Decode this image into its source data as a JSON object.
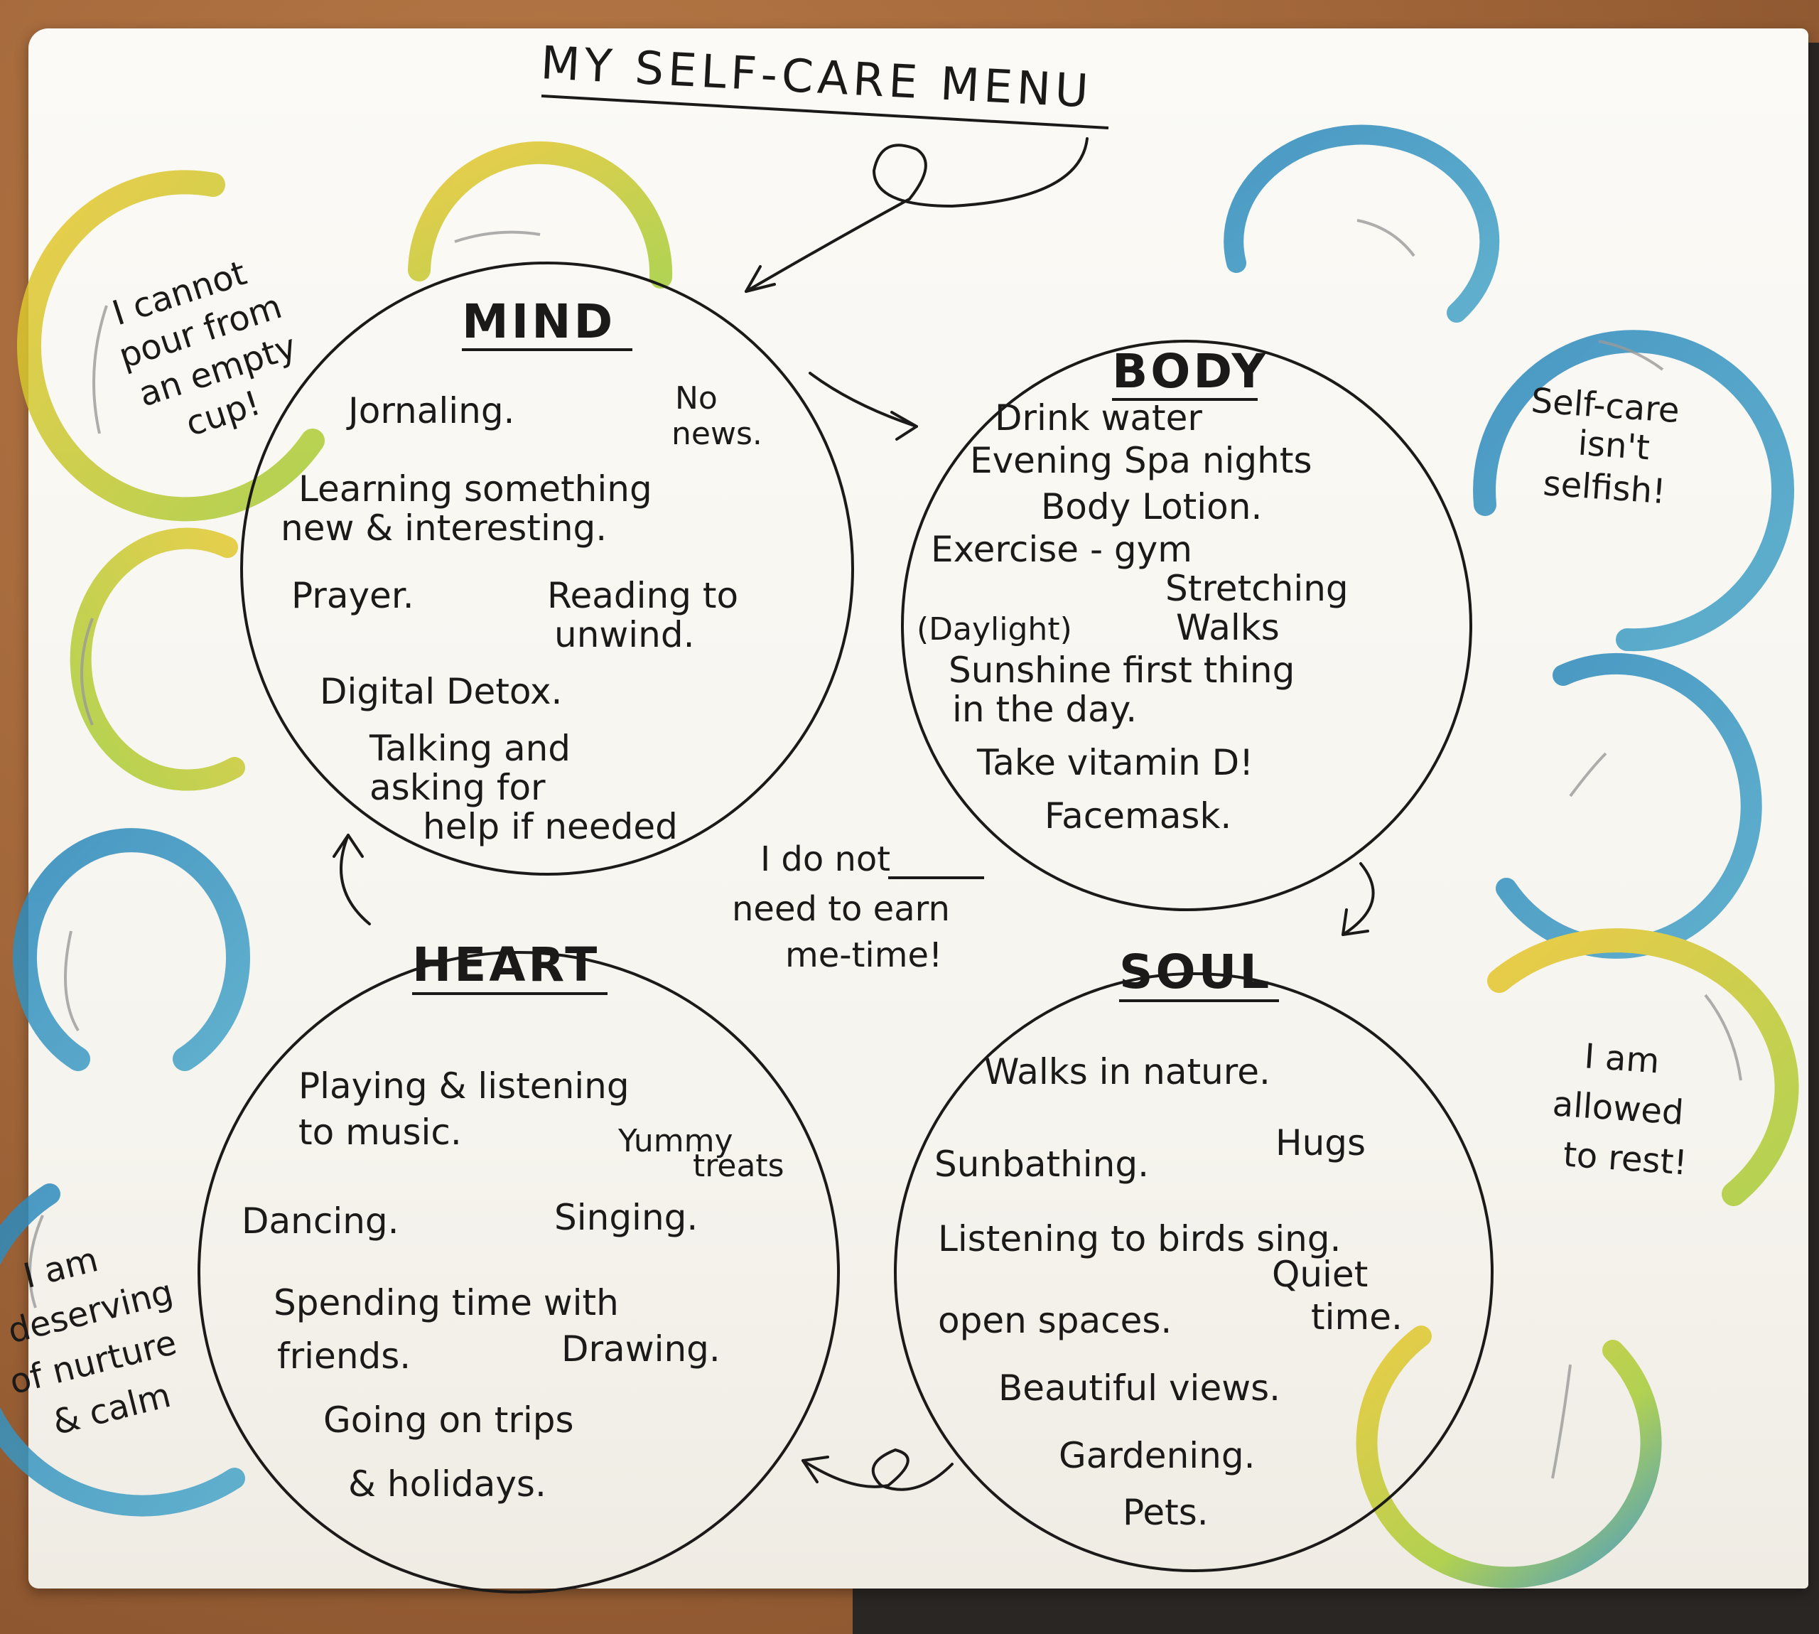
{
  "title": "MY SELF-CARE MENU",
  "center_note": [
    "I do not",
    "need to earn",
    "me-time!"
  ],
  "mind": {
    "heading": "MIND",
    "items": [
      "Jornaling.",
      "No",
      "news.",
      "Learning something",
      "new & interesting.",
      "Prayer.",
      "Reading to",
      "unwind.",
      "Digital Detox.",
      "Talking and",
      "asking for",
      "help if needed"
    ]
  },
  "body": {
    "heading": "BODY",
    "items": [
      "Drink water",
      "Evening Spa nights",
      "Body Lotion.",
      "Exercise - gym",
      "Stretching",
      "(Daylight)",
      "Walks",
      "Sunshine first thing",
      "in the day.",
      "Take vitamin D!",
      "Facemask."
    ]
  },
  "heart": {
    "heading": "HEART",
    "items": [
      "Playing & listening",
      "to music.",
      "Yummy",
      "treats",
      "Dancing.",
      "Singing.",
      "Spending time with",
      "friends.",
      "Drawing.",
      "Going on trips",
      "& holidays."
    ]
  },
  "soul": {
    "heading": "SOUL",
    "items": [
      "Walks in nature.",
      "Sunbathing.",
      "Hugs",
      "Listening to birds sing.",
      "Quiet",
      "open spaces.",
      "time.",
      "Beautiful views.",
      "Gardening.",
      "Pets."
    ]
  },
  "affirmations": {
    "cup": [
      "I cannot",
      "pour from",
      "an empty",
      "cup!"
    ],
    "selfish": [
      "Self-care",
      "isn't",
      "selfish!"
    ],
    "rest": [
      "I am",
      "allowed",
      "to rest!"
    ],
    "nurture": [
      "I am",
      "deserving",
      "of nurture",
      "& calm"
    ]
  },
  "colors": {
    "ink": "#1c1a19",
    "yellow": "#e8c62a",
    "green": "#a9cc35",
    "blue": "#2f8fbf"
  }
}
